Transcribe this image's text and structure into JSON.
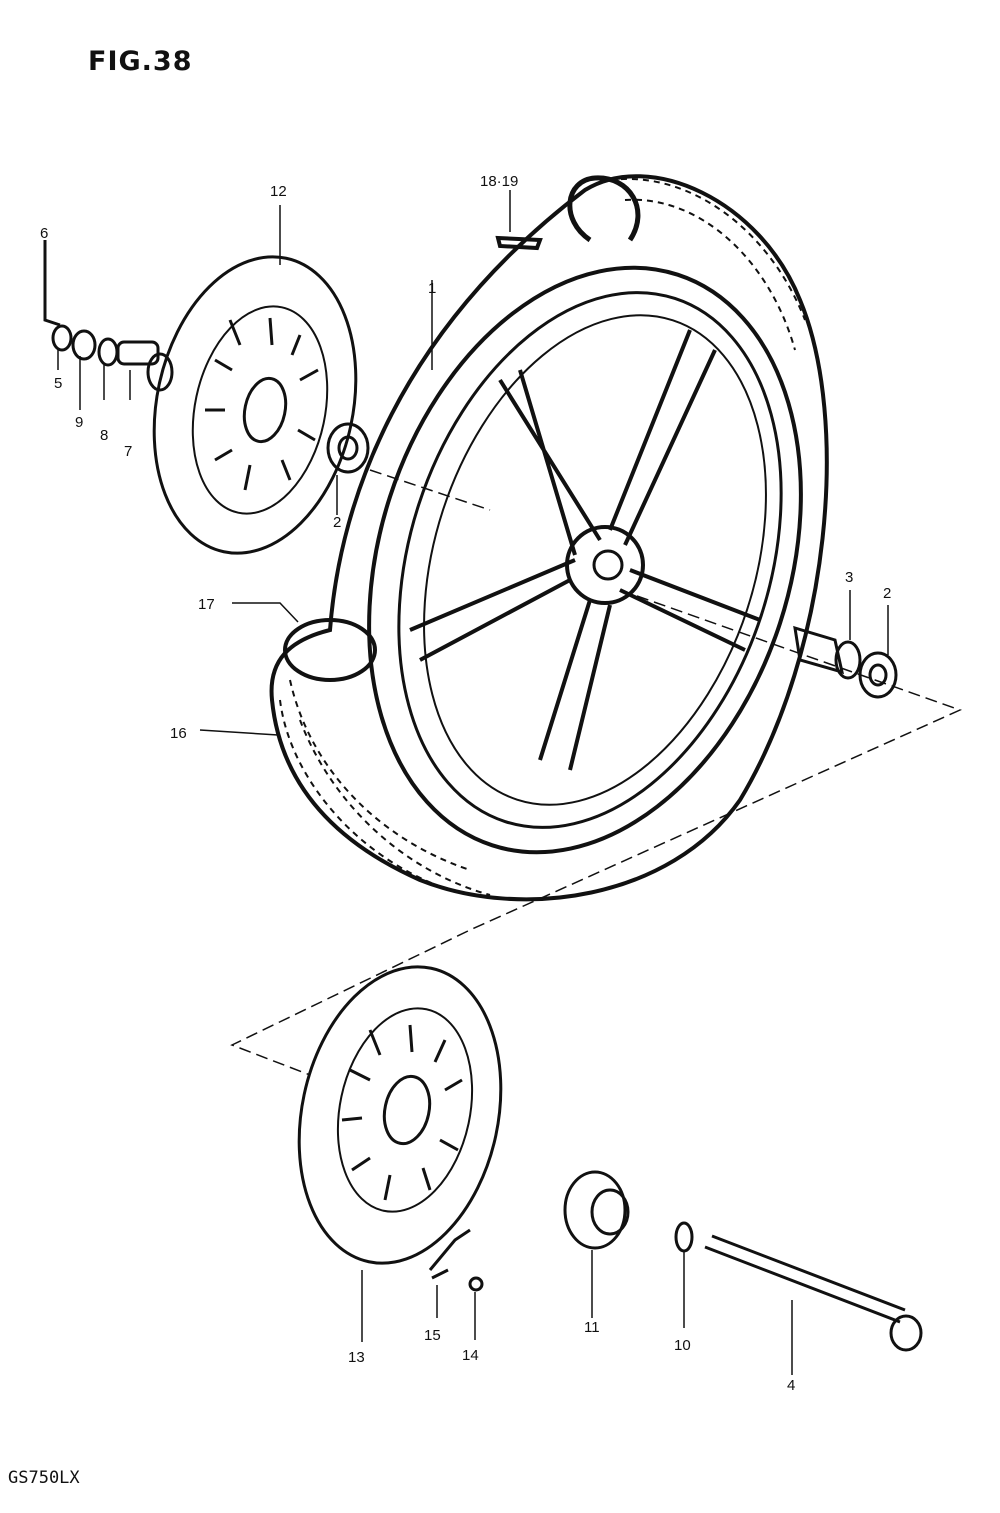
{
  "figure": {
    "title": "FIG.38",
    "model": "GS750LX"
  },
  "callouts": [
    {
      "id": "c-1",
      "label": "1"
    },
    {
      "id": "c-2a",
      "label": "2"
    },
    {
      "id": "c-2b",
      "label": "2"
    },
    {
      "id": "c-3",
      "label": "3"
    },
    {
      "id": "c-4",
      "label": "4"
    },
    {
      "id": "c-5",
      "label": "5"
    },
    {
      "id": "c-6",
      "label": "6"
    },
    {
      "id": "c-7",
      "label": "7"
    },
    {
      "id": "c-8",
      "label": "8"
    },
    {
      "id": "c-9",
      "label": "9"
    },
    {
      "id": "c-10",
      "label": "10"
    },
    {
      "id": "c-11",
      "label": "11"
    },
    {
      "id": "c-12",
      "label": "12"
    },
    {
      "id": "c-13",
      "label": "13"
    },
    {
      "id": "c-14",
      "label": "14"
    },
    {
      "id": "c-15",
      "label": "15"
    },
    {
      "id": "c-16",
      "label": "16"
    },
    {
      "id": "c-17",
      "label": "17"
    },
    {
      "id": "c-18-19",
      "label": "18·19"
    }
  ]
}
